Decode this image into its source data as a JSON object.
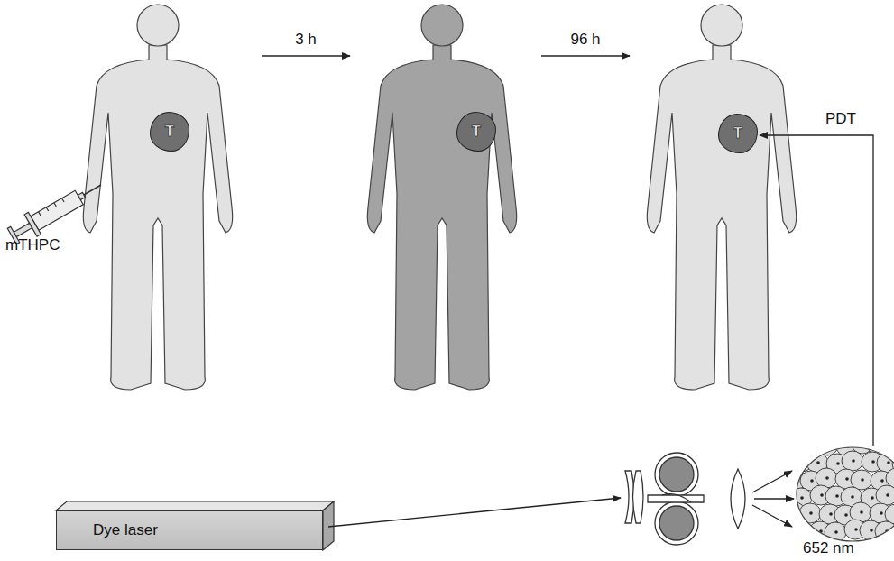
{
  "diagram": {
    "nodes": [
      {
        "text": [
          "T"
        ]
      },
      {
        "text": [
          "T"
        ]
      },
      {
        "text": [
          "T"
        ]
      },
      {
        "text": [
          "Dye laser"
        ]
      }
    ],
    "labels": [
      "mTHPC",
      "3 h",
      "96 h",
      "PDT",
      "652 nm"
    ]
  }
}
